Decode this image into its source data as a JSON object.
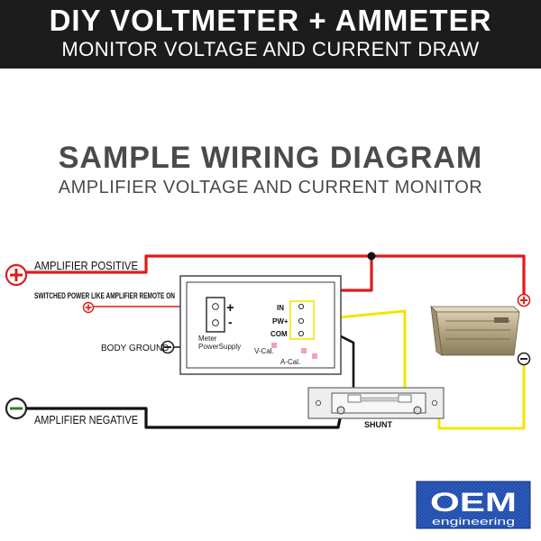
{
  "banner": {
    "title": "DIY VOLTMETER + AMMETER",
    "subtitle": "MONITOR VOLTAGE AND CURRENT DRAW"
  },
  "heading": {
    "title": "SAMPLE WIRING DIAGRAM",
    "subtitle": "AMPLIFIER VOLTAGE AND CURRENT MONITOR"
  },
  "labels": {
    "amp_positive": "AMPLIFIER POSITIVE",
    "switched_power": "SWITCHED POWER LIKE AMPLIFIER REMOTE ON",
    "body_ground": "BODY GROUND",
    "amp_negative": "AMPLIFIER NEGATIVE",
    "shunt": "SHUNT"
  },
  "meter": {
    "plus": "+",
    "minus": "-",
    "supply_line1": "Meter",
    "supply_line2": "PowerSupply",
    "in": "IN",
    "pw": "PW+",
    "com": "COM",
    "vcal": "V-Cal.",
    "acal": "A-Cal."
  },
  "logo": {
    "main": "OEM",
    "sub": "engineering"
  },
  "colors": {
    "positive_wire": "#e01b1b",
    "negative_wire": "#111111",
    "signal_wire": "#f5e400",
    "banner_bg": "#1c1c1c",
    "heading_text": "#4a4a4a",
    "logo_bg": "#1e4aa8"
  }
}
